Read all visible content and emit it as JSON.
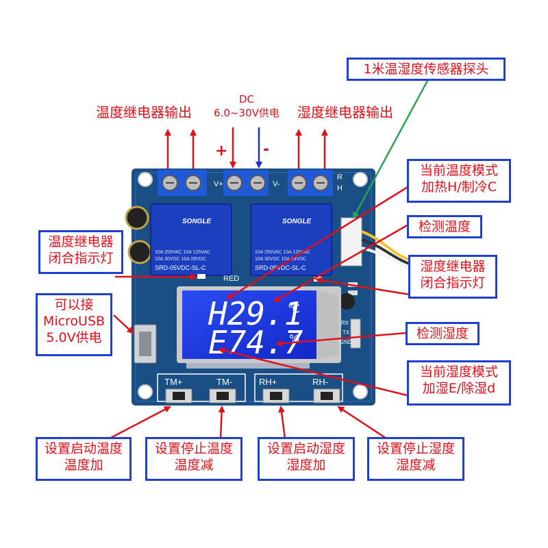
{
  "top_labels": {
    "temp_relay_output": "温度继电器输出",
    "humidity_relay_output": "湿度继电器输出",
    "dc_line1": "DC",
    "dc_line2": "6.0~30V供电",
    "plus": "+",
    "minus": "-"
  },
  "callouts": {
    "sensor_probe": "1米温湿度传感器探头",
    "temp_mode_line1": "当前温度模式",
    "temp_mode_line2": "加热H/制冷C",
    "detect_temp": "检测温度",
    "temp_relay_led_line1": "温度继电器",
    "temp_relay_led_line2": "闭合指示灯",
    "hum_relay_led_line1": "湿度继电器",
    "hum_relay_led_line2": "闭合指示灯",
    "usb_line1": "可以接",
    "usb_line2": "MicroUSB",
    "usb_line3": "5.0V供电",
    "detect_humidity": "检测湿度",
    "hum_mode_line1": "当前湿度模式",
    "hum_mode_line2": "加湿E/除湿d",
    "tm_plus_line1": "设置启动温度",
    "tm_plus_line2": "温度加",
    "tm_minus_line1": "设置停止温度",
    "tm_minus_line2": "温度减",
    "rh_plus_line1": "设置启动湿度",
    "rh_plus_line2": "湿度加",
    "rh_minus_line1": "设置停止湿度",
    "rh_minus_line2": "湿度减"
  },
  "board": {
    "relay_brand": "SONGLE",
    "relay_spec_1": "10A 250VAC  10A 125VAC",
    "relay_spec_2": "10A 30VDC   10A 28VDC",
    "relay_model": "SRD-05VDC-SL-C",
    "silk_v_plus": "V+",
    "silk_v_minus": "V-",
    "silk_r": "R",
    "silk_h": "H",
    "silk_red": "RED",
    "silk_rx": "RX",
    "silk_tx": "TX",
    "silk_gnd": "GND",
    "btn_tm_plus": "TM+",
    "btn_tm_minus": "TM-",
    "btn_rh_plus": "RH+",
    "btn_rh_minus": "RH-"
  },
  "lcd": {
    "line1": "H29.1",
    "unit1": "℃",
    "line2": "E74.7",
    "unit2": "%"
  },
  "colors": {
    "pcb": "#1a4f86",
    "lcd_bg": "#1636e6",
    "lcd_text": "#ffffff",
    "arrow_red": "#e0101a",
    "arrow_blue": "#1e2fd0",
    "arrow_green": "#2aa05a",
    "box_border": "#1e3fd0"
  }
}
